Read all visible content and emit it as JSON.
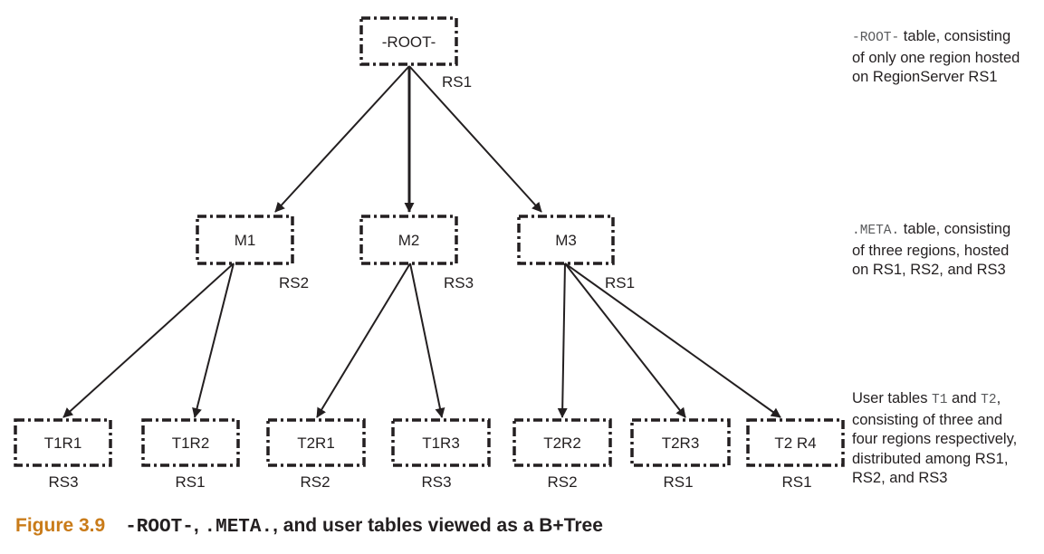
{
  "tree": {
    "root": {
      "label": "-ROOT-",
      "server": "RS1"
    },
    "meta": [
      {
        "label": "M1",
        "server": "RS2"
      },
      {
        "label": "M2",
        "server": "RS3"
      },
      {
        "label": "M3",
        "server": "RS1"
      }
    ],
    "user": [
      {
        "label": "T1R1",
        "server": "RS3"
      },
      {
        "label": "T1R2",
        "server": "RS1"
      },
      {
        "label": "T2R1",
        "server": "RS2"
      },
      {
        "label": "T1R3",
        "server": "RS3"
      },
      {
        "label": "T2R2",
        "server": "RS2"
      },
      {
        "label": "T2R3",
        "server": "RS1"
      },
      {
        "label": "T2 R4",
        "server": "RS1"
      }
    ]
  },
  "notes": {
    "root": {
      "code": "-ROOT-",
      "text1": " table, consisting",
      "line2": "of only one region hosted",
      "line3": "on RegionServer RS1"
    },
    "meta": {
      "code": ".META.",
      "text1": " table, consisting",
      "line2": "of three regions, hosted",
      "line3": "on RS1, RS2, and RS3"
    },
    "user": {
      "prefix": "User tables ",
      "code1": "T1",
      "mid": " and ",
      "code2": "T2",
      "suffix": ",",
      "line2": "consisting of three and",
      "line3": "four regions respectively,",
      "line4": "distributed among RS1,",
      "line5": "RS2, and RS3"
    }
  },
  "caption": {
    "figure": "Figure 3.9",
    "code1": "-ROOT-",
    "sep": ", ",
    "code2": ".META.",
    "rest": ", and user tables viewed as a B+Tree"
  }
}
